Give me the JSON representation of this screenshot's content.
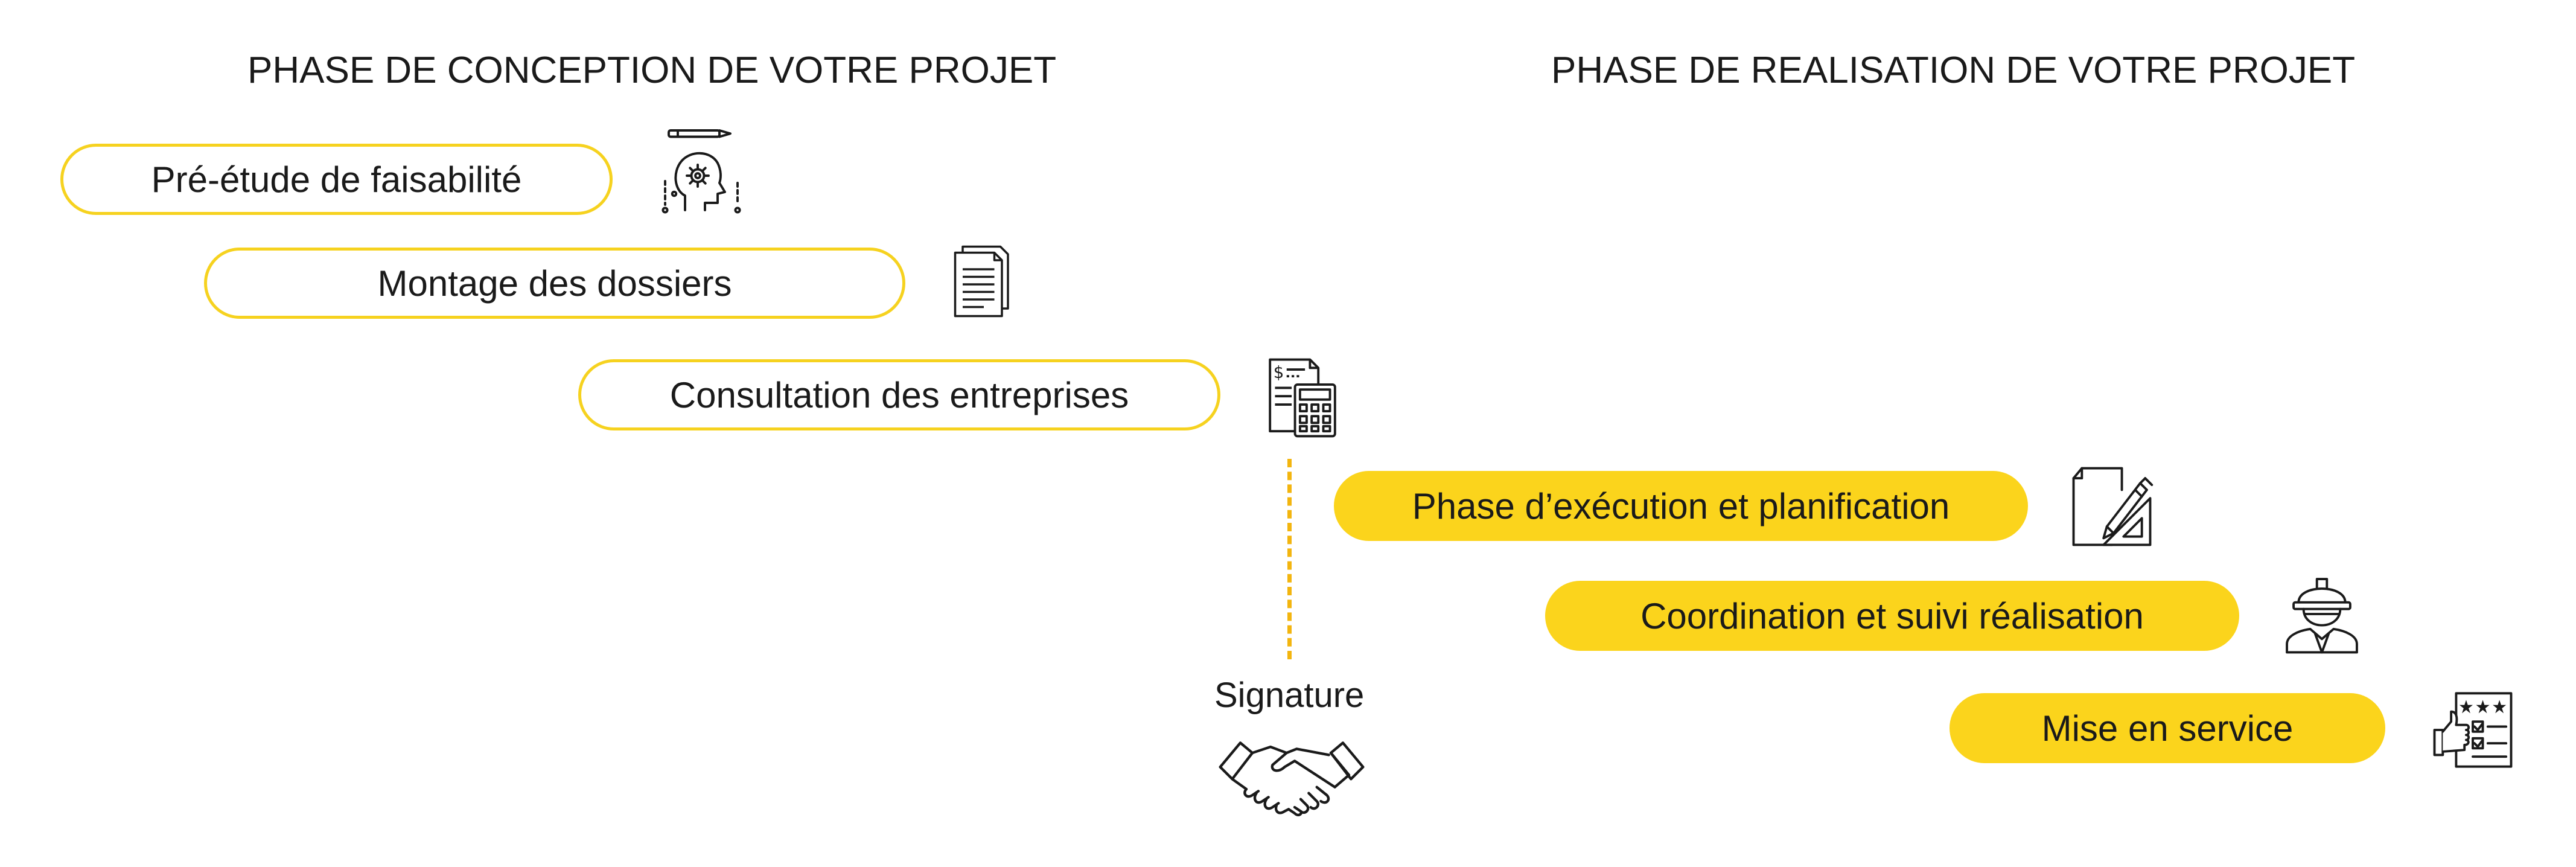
{
  "headings": {
    "conception": "PHASE DE CONCEPTION DE VOTRE PROJET",
    "realisation": "PHASE DE REALISATION DE VOTRE PROJET"
  },
  "steps": [
    {
      "label": "Pré-étude de faisabilité",
      "style": "outline",
      "icon": "head-gear-pencil-icon"
    },
    {
      "label": "Montage des dossiers",
      "style": "outline",
      "icon": "documents-icon"
    },
    {
      "label": "Consultation des entreprises",
      "style": "outline",
      "icon": "invoice-calculator-icon"
    },
    {
      "label": "Phase d’exécution et planification",
      "style": "filled",
      "icon": "document-ruler-pencil-icon"
    },
    {
      "label": "Coordination et suivi réalisation",
      "style": "filled",
      "icon": "worker-helmet-icon"
    },
    {
      "label": "Mise en service",
      "style": "filled",
      "icon": "thumbs-up-checklist-icon"
    }
  ],
  "signature": {
    "label": "Signature",
    "icon": "handshake-icon"
  },
  "colors": {
    "accent": "#fbd41c",
    "outline": "#f6d21f",
    "dash": "#f3b50f",
    "text": "#1a1a1a"
  }
}
